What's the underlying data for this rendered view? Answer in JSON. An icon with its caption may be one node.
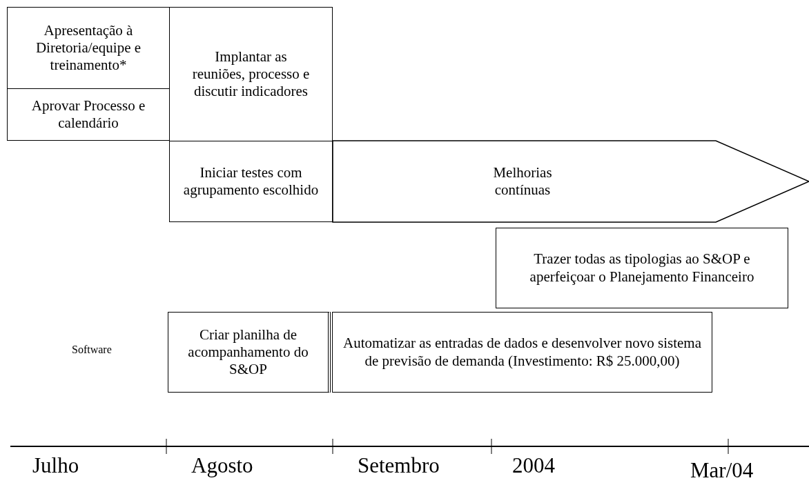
{
  "diagram": {
    "nodes": [
      {
        "text": [
          "Apresentação à Diretoria/equipe e treinamento*"
        ]
      },
      {
        "text": [
          "Aprovar Processo e calendário"
        ]
      },
      {
        "text": [
          "Implantar as reuniões, processo e discutir indicadores"
        ]
      },
      {
        "text": [
          "Iniciar testes com agrupamento escolhido"
        ]
      },
      {
        "text": [
          "Melhorias contínuas"
        ]
      },
      {
        "text": [
          "Trazer todas as tipologias ao S&OP e aperfeiçoar o Planejamento Financeiro"
        ]
      },
      {
        "text": [
          "Criar planilha de acompanhamento do S&OP"
        ]
      },
      {
        "text": [
          "Automatizar as entradas de dados e desenvolver novo sistema de previsão de demanda (Investimento: R$ 25.000,00)"
        ]
      }
    ],
    "labels": [
      "Software",
      "Julho",
      "Agosto",
      "Setembro",
      "2004",
      "Mar/04"
    ]
  }
}
